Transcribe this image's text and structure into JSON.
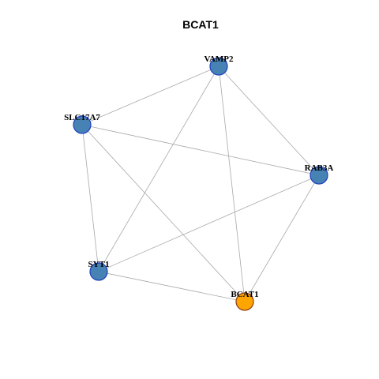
{
  "title": "BCAT1",
  "colors": {
    "background": "#ffffff",
    "edge": "#a8a8a8",
    "neighbor_fill": "#4682b4",
    "neighbor_stroke": "#1f3fbf",
    "center_fill": "#ffa500",
    "center_stroke": "#8b3a1a"
  },
  "nodes": [
    {
      "id": "VAMP2",
      "label": "VAMP2",
      "role": "neighbor"
    },
    {
      "id": "SLC17A7",
      "label": "SLC17A7",
      "role": "neighbor"
    },
    {
      "id": "RAB3A",
      "label": "RAB3A",
      "role": "neighbor"
    },
    {
      "id": "SYT1",
      "label": "SYT1",
      "role": "neighbor"
    },
    {
      "id": "BCAT1",
      "label": "BCAT1",
      "role": "center"
    }
  ],
  "edges": [
    [
      "VAMP2",
      "SLC17A7"
    ],
    [
      "VAMP2",
      "RAB3A"
    ],
    [
      "VAMP2",
      "SYT1"
    ],
    [
      "VAMP2",
      "BCAT1"
    ],
    [
      "SLC17A7",
      "RAB3A"
    ],
    [
      "SLC17A7",
      "SYT1"
    ],
    [
      "SLC17A7",
      "BCAT1"
    ],
    [
      "RAB3A",
      "SYT1"
    ],
    [
      "RAB3A",
      "BCAT1"
    ],
    [
      "SYT1",
      "BCAT1"
    ]
  ]
}
